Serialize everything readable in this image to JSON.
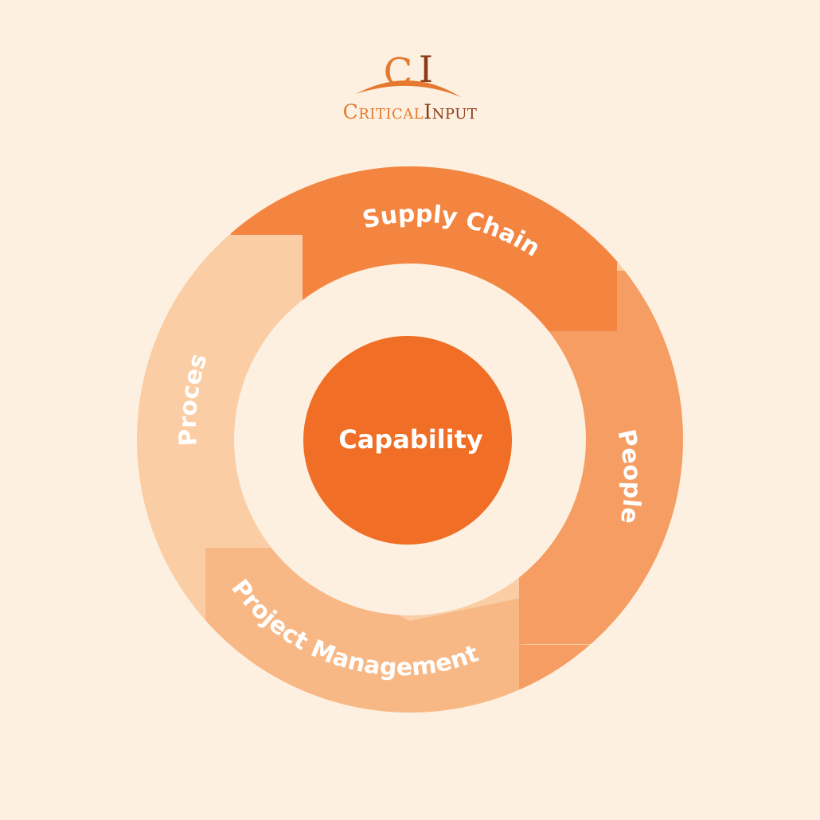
{
  "brand": {
    "monogram_c": "C",
    "monogram_i": "I",
    "name_c": "C",
    "name_ritical": "ritical",
    "name_i": "I",
    "name_nput": "nput"
  },
  "diagram": {
    "center_label": "Capability",
    "segments": [
      {
        "label": "Supply Chain",
        "color": "#f38541"
      },
      {
        "label": "People",
        "color": "#f59d62"
      },
      {
        "label": "Project Management",
        "color": "#f8b886"
      },
      {
        "label": "Process",
        "color": "#fbcda4"
      }
    ],
    "center_color": "#f06e25",
    "inner_background": "#fdf0e0"
  },
  "colors": {
    "background": "#fdf0e0",
    "logo_orange": "#e4792f",
    "logo_brown": "#8a3b17"
  }
}
